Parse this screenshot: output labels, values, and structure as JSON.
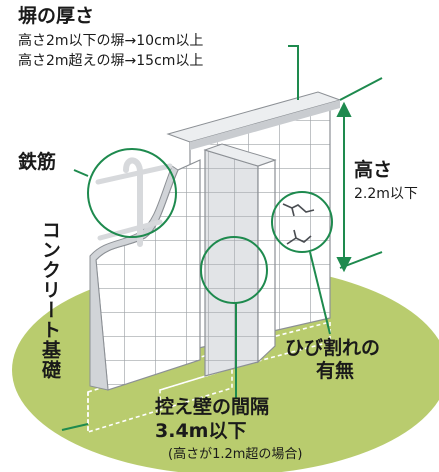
{
  "labels": {
    "title": "塀の厚さ",
    "thickness_line1": "高さ2m以下の塀→10cm以上",
    "thickness_line2": "高さ2m超えの塀→15cm以上",
    "rebar": "鉄筋",
    "foundation": "コンクリート基礎",
    "height_title": "高さ",
    "height_value": "2.2m以下",
    "crack_line1": "ひび割れの",
    "crack_line2": "有無",
    "buttress_line1": "控え壁の間隔",
    "buttress_line2": "3.4m以下",
    "buttress_note": "(高さが1.2m超の場合)"
  },
  "colors": {
    "ground": "#b9cc6e",
    "accent": "#1e8a4e",
    "block_face": "#ffffff",
    "block_side": "#d9dbde",
    "mortar": "#a8abb0",
    "text": "#1a1a1a"
  },
  "icons": [
    "rebar-icon",
    "crack-icon",
    "height-arrow-icon"
  ]
}
